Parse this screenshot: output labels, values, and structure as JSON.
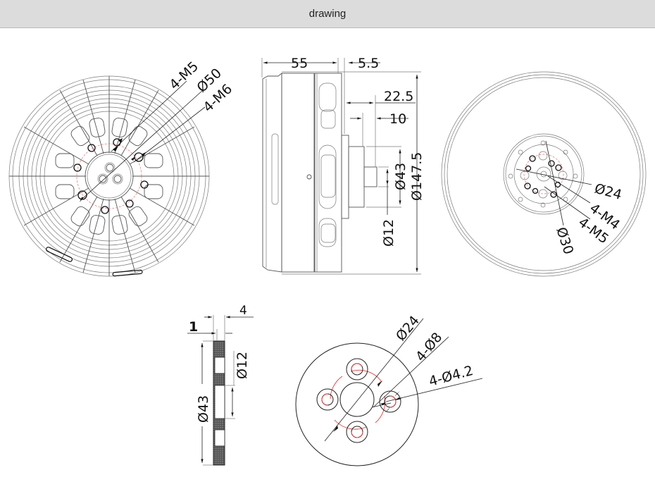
{
  "header": {
    "title": "drawing"
  },
  "views": {
    "front_view": {
      "labels": {
        "m5": "4-M5",
        "d50": "Ø50",
        "m6": "4-M6"
      }
    },
    "side_view": {
      "labels": {
        "len55": "55",
        "len5_5": "5.5",
        "len22_5": "22.5",
        "len10": "10",
        "d43": "Ø43",
        "d147_5": "Ø147.5",
        "d12": "Ø12"
      }
    },
    "rear_view": {
      "labels": {
        "d24": "Ø24",
        "m4": "4-M4",
        "m5": "4-M5",
        "d30": "Ø30"
      }
    },
    "adapter_section": {
      "labels": {
        "t4": "4",
        "t1": "1",
        "d12": "Ø12",
        "d43": "Ø43"
      }
    },
    "adapter_top": {
      "labels": {
        "d24": "Ø24",
        "h8": "4-Ø8",
        "h4_2": "4-Ø4.2"
      }
    }
  },
  "colors": {
    "header_bg": "#dcdcdc",
    "line": "#111111",
    "center_circle": "#e23b3b"
  }
}
